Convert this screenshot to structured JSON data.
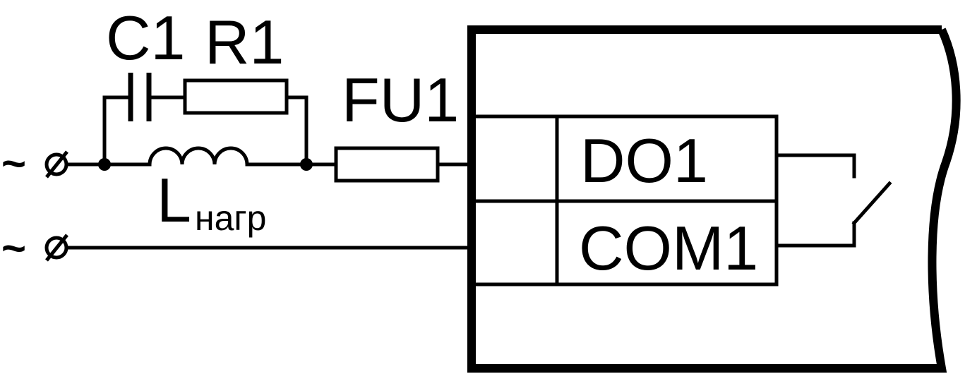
{
  "diagram": {
    "capacitor_label": "C1",
    "resistor_label": "R1",
    "fuse_label": "FU1",
    "inductor_label": "L",
    "inductor_subscript": "нагр",
    "terminal_symbol": "~",
    "output_label": "DO1",
    "common_label": "COM1"
  }
}
